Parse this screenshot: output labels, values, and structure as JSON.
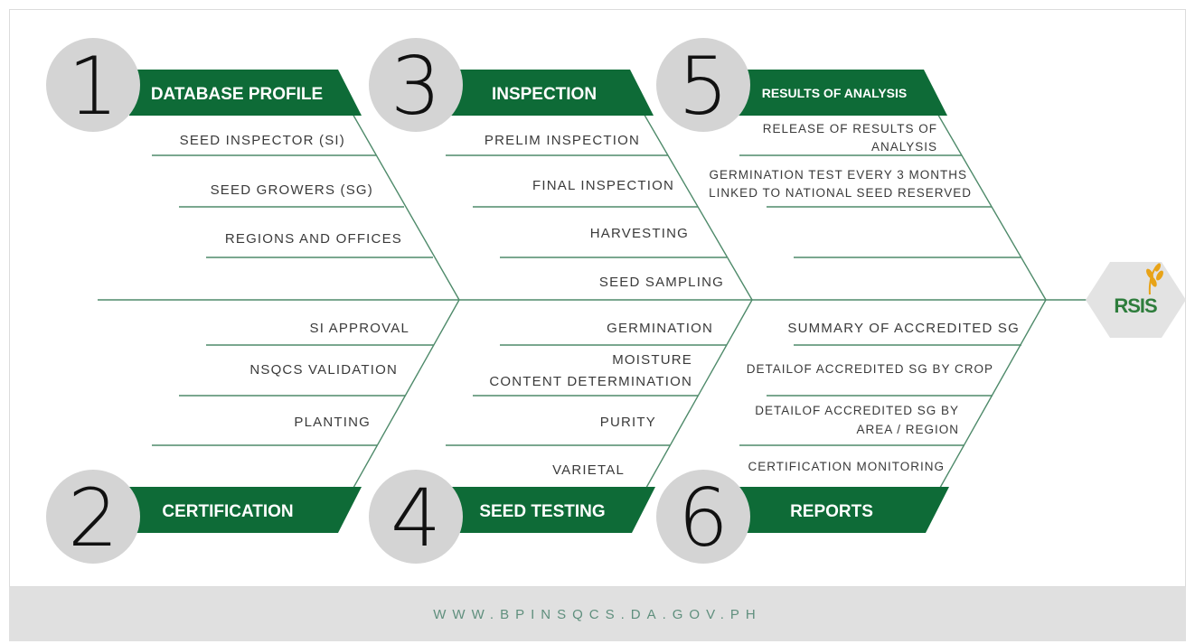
{
  "colors": {
    "banner": "#0e6b37",
    "line": "#4e8a6a",
    "circle": "#d4d4d4",
    "footer_bg": "#e0e0e0",
    "footer_text": "#5f8f7d"
  },
  "sections": [
    {
      "number": "1",
      "title": "DATABASE PROFILE",
      "items": [
        "SEED INSPECTOR (SI)",
        "SEED GROWERS (SG)",
        "REGIONS AND OFFICES"
      ]
    },
    {
      "number": "2",
      "title": "CERTIFICATION",
      "items": [
        "SI APPROVAL",
        "NSQCS VALIDATION",
        "PLANTING"
      ]
    },
    {
      "number": "3",
      "title": "INSPECTION",
      "items": [
        "PRELIM INSPECTION",
        "FINAL INSPECTION",
        "HARVESTING",
        "SEED SAMPLING"
      ]
    },
    {
      "number": "4",
      "title": "SEED TESTING",
      "items": [
        "GERMINATION",
        "MOISTURE",
        "CONTENT DETERMINATION",
        "PURITY",
        "VARIETAL"
      ]
    },
    {
      "number": "5",
      "title": "RESULTS OF ANALYSIS",
      "items": [
        "RELEASE OF RESULTS OF",
        "ANALYSIS",
        "GERMINATION TEST EVERY 3 MONTHS",
        "LINKED TO NATIONAL SEED RESERVED"
      ]
    },
    {
      "number": "6",
      "title": "REPORTS",
      "items": [
        "SUMMARY OF ACCREDITED SG",
        "DETAILOF ACCREDITED SG BY CROP",
        "DETAILOF ACCREDITED SG BY",
        "AREA / REGION",
        "CERTIFICATION MONITORING"
      ]
    }
  ],
  "logo": {
    "text": "RSIS",
    "icon": "wheat-icon"
  },
  "footer": {
    "url": "WWW.BPINSQCS.DA.GOV.PH"
  }
}
